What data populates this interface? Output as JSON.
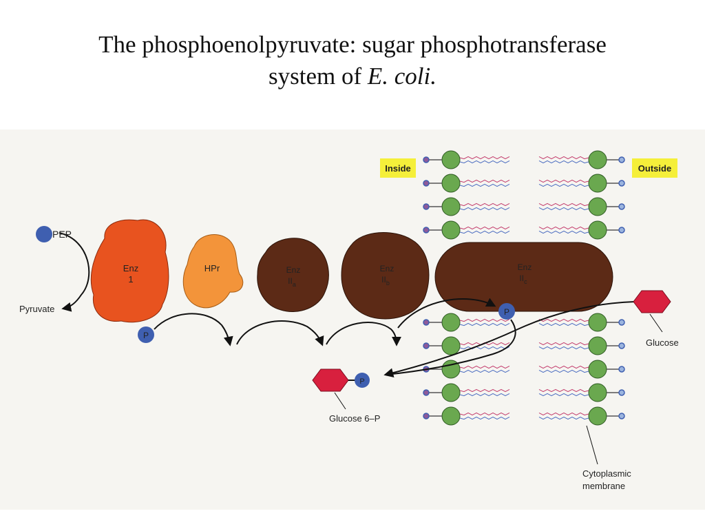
{
  "title": {
    "line1": "The phosphoenolpyruvate: sugar phosphotransferase",
    "line2_prefix": "system of ",
    "line2_italic": "E. coli."
  },
  "labels": {
    "inside": "Inside",
    "outside": "Outside",
    "pep": "PEP",
    "pyruvate": "Pyruvate",
    "phosphate": "P",
    "enz1_line1": "Enz",
    "enz1_line2": "1",
    "hpr": "HPr",
    "enz2a_line1": "Enz",
    "enz2a_line2": "II",
    "enz2a_sub": "a",
    "enz2b_line1": "Enz",
    "enz2b_line2": "II",
    "enz2b_sub": "b",
    "enz2c_line1": "Enz",
    "enz2c_line2": "II",
    "enz2c_sub": "c",
    "glucose": "Glucose",
    "glucose6p": "Glucose 6–P",
    "membrane_line1": "Cytoplasmic",
    "membrane_line2": "membrane"
  },
  "colors": {
    "enz1": "#e8531f",
    "hpr": "#f3943a",
    "enz2": "#5c2a16",
    "phosphate": "#3f5fb0",
    "glucose": "#d8203e",
    "lipid_head": "#6aa84f",
    "badge": "#f5ef3a"
  }
}
